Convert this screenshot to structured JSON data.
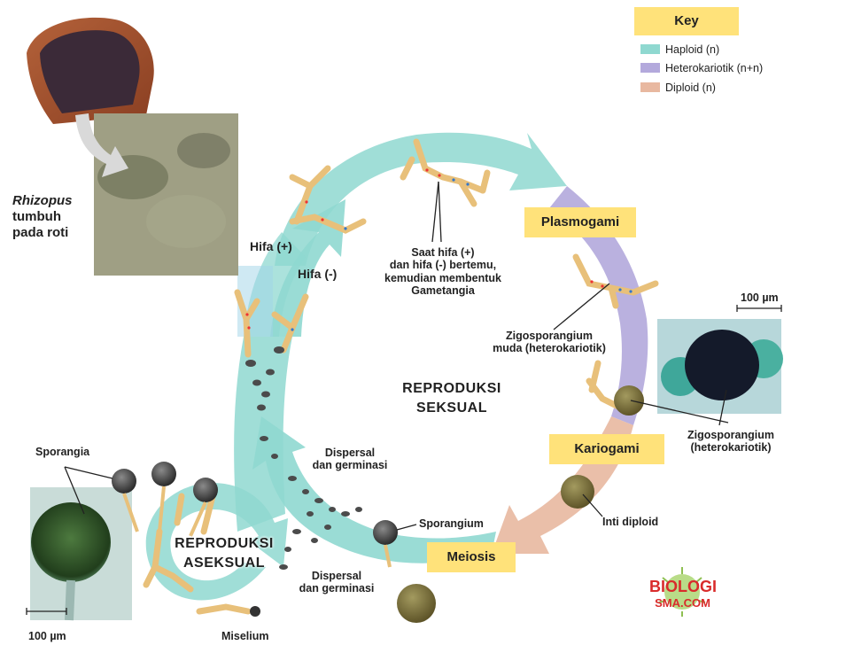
{
  "key": {
    "title": "Key",
    "items": [
      {
        "label": "Haploid (n)",
        "color": "#8fd8d0"
      },
      {
        "label": "Heterokariotik (n+n)",
        "color": "#b3a9dc"
      },
      {
        "label": "Diploid (n)",
        "color": "#e8b8a0"
      }
    ]
  },
  "labels": {
    "rhizopus_1": "Rhizopus",
    "rhizopus_2": "tumbuh",
    "rhizopus_3": "pada roti",
    "hifa_plus": "Hifa (+)",
    "hifa_minus": "Hifa (-)",
    "saat_1": "Saat hifa (+)",
    "saat_2": "dan hifa (-) bertemu,",
    "saat_3": "kemudian membentuk",
    "saat_4": "Gametangia",
    "plasmogami": "Plasmogami",
    "zigo_muda_1": "Zigosporangium",
    "zigo_muda_2": "muda (heterokariotik)",
    "scale_right": "100 µm",
    "repro_seks_1": "REPRODUKSI",
    "repro_seks_2": "SEKSUAL",
    "zigo_het_1": "Zigosporangium",
    "zigo_het_2": "(heterokariotik)",
    "kariogami": "Kariogami",
    "inti_diploid": "Inti diploid",
    "meiosis": "Meiosis",
    "sporangium": "Sporangium",
    "sporangia": "Sporangia",
    "dispersal_top_1": "Dispersal",
    "dispersal_top_2": "dan germinasi",
    "dispersal_bot_1": "Dispersal",
    "dispersal_bot_2": "dan germinasi",
    "repro_aseks_1": "REPRODUKSI",
    "repro_aseks_2": "ASEKSUAL",
    "miselium": "Miselium",
    "scale_left": "100 µm",
    "logo_1": "BIOLOGI",
    "logo_2": "SMA.COM"
  }
}
